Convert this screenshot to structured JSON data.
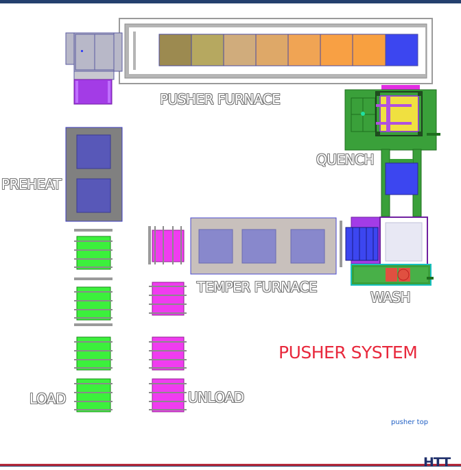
{
  "labels": {
    "pusher_furnace": "PUSHER FURNACE",
    "quench": "QUENCH",
    "preheat": "PREHEAT",
    "temper_furnace": "TEMPER FURNACE",
    "wash": "WASH",
    "load": "LOAD",
    "unload": "UNLOAD"
  },
  "title": "PUSHER SYSTEM",
  "note": "pusher top",
  "brand": "HTT",
  "colors": {
    "title": "#e8283c",
    "note": "#1f5fc4",
    "frame_gray": "#b4b4b4",
    "load_green": "#3cf03c",
    "unload_magenta": "#f03cf0",
    "quench_green": "#3aa03a",
    "tray_blue": "#3c46f0",
    "furnace_gradient": [
      "#9c8a50",
      "#b6a860",
      "#d0ac7c",
      "#dea868",
      "#f0a454",
      "#f8a044",
      "#f8a040"
    ]
  }
}
